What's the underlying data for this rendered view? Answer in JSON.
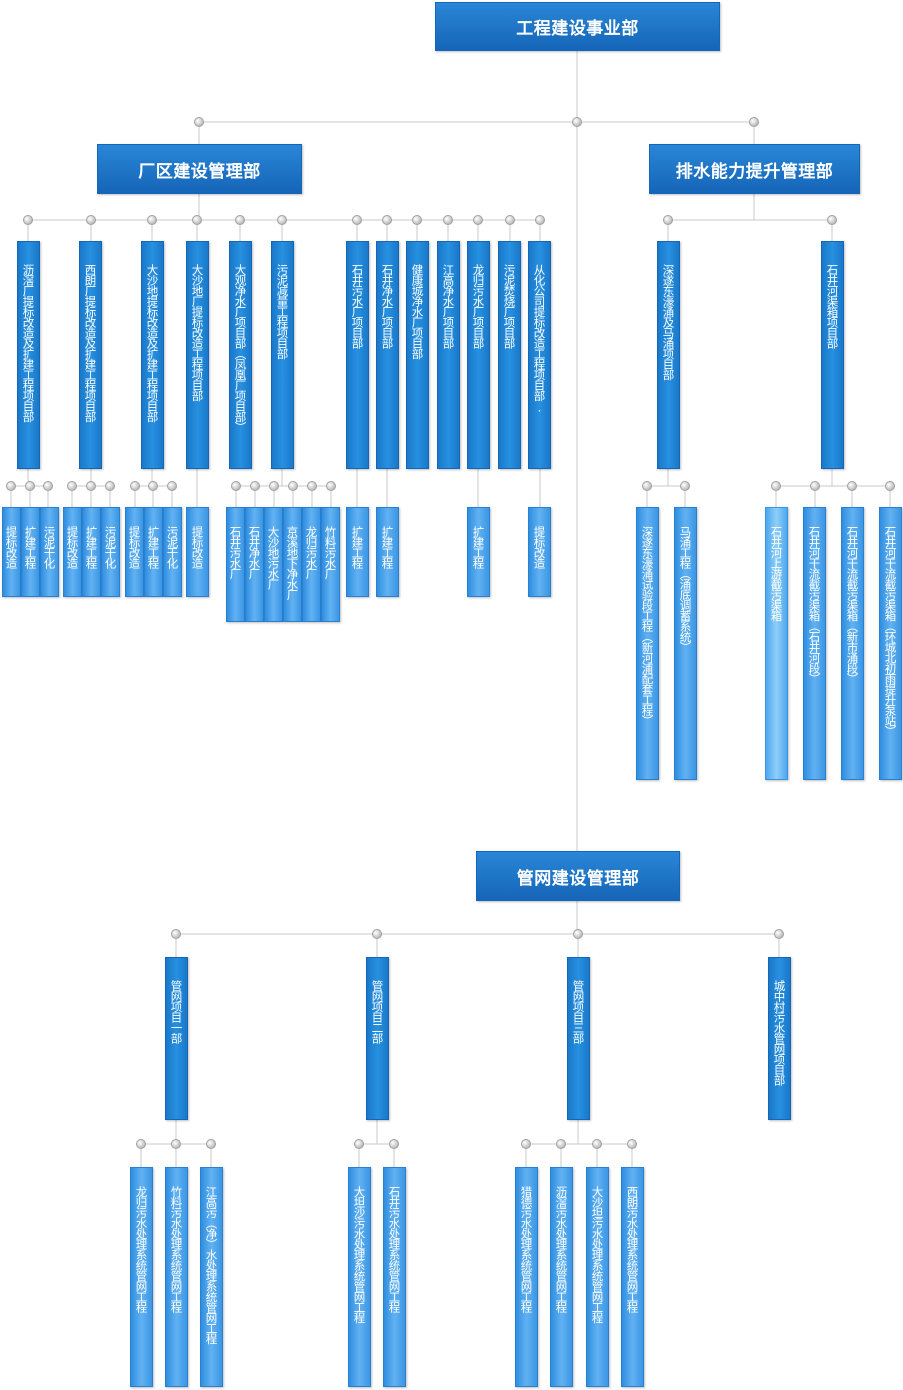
{
  "root": "工程建设事业部",
  "plant_dept": {
    "title": "厂区建设管理部",
    "projects": [
      {
        "name": "沥滘厂提标改造及扩建工程项目部",
        "children": [
          "提标改造",
          "扩建工程",
          "污泥干化"
        ]
      },
      {
        "name": "西朗厂提标改造及扩建工程项目部",
        "children": [
          "提标改造",
          "扩建工程",
          "污泥干化"
        ]
      },
      {
        "name": "大沙地提标改造及扩建工程项目部",
        "children": [
          "提标改造",
          "扩建工程",
          "污泥干化"
        ]
      },
      {
        "name": "大沙地厂提标改造工程项目部",
        "children": [
          "提标改造"
        ]
      },
      {
        "name": "大观净水厂项目部（凤凰厂项目部）",
        "children": []
      },
      {
        "name": "污泥减量工程项目部",
        "children": [
          "石井污水厂",
          "石井净水厂",
          "大沙地污水厂",
          "京溪地下净水厂",
          "龙归污水厂",
          "竹料污水厂"
        ]
      },
      {
        "name": "石井污水厂项目部",
        "children": [
          "扩建工程"
        ]
      },
      {
        "name": "石井净水厂项目部",
        "children": [
          "扩建工程"
        ]
      },
      {
        "name": "健康城净水厂项目部",
        "children": []
      },
      {
        "name": "江高净水厂项目部",
        "children": []
      },
      {
        "name": "龙归污水厂项目部",
        "children": [
          "扩建工程"
        ]
      },
      {
        "name": "污泥焚烧厂项目部",
        "children": []
      },
      {
        "name": "从化公司提标改造工程项目部.",
        "children": [
          "提标改造"
        ]
      }
    ]
  },
  "drain_dept": {
    "title": "排水能力提升管理部",
    "projects": [
      {
        "name": "深遂东濠涌及马涌项目部",
        "children": [
          "深遂东濠涌试验段工程（新河浦配套工程）",
          "马涌工程（涌底调蓄系统）"
        ]
      },
      {
        "name": "石井河渠箱项目部",
        "children": [
          "石井河上游截污渠箱",
          "石井河干流截污渠箱（石井河段）",
          "石井河干流截污渠箱（新市涌段）",
          "石井河干流截污渠箱（环城北初雨提升泵站）"
        ]
      }
    ]
  },
  "pipe_dept": {
    "title": "管网建设管理部",
    "projects": [
      {
        "name": "管网项目一部",
        "children": [
          "龙归污水处理系统管网工程",
          "竹料污水处理系统管网工程",
          "江高污（净）水处理系统管网工程"
        ]
      },
      {
        "name": "管网项目二部",
        "children": [
          "大坦沙污水处理系统管网工程",
          "石井污水处理系统管网工程"
        ]
      },
      {
        "name": "管网项目三部",
        "children": [
          "猎德污水处理系统管网工程",
          "沥滘污水处理系统管网工程",
          "大沙坦污水处理系统管网工程",
          "西朗污水处理系统管网工程"
        ]
      },
      {
        "name": "城中村污水管网项目部",
        "children": []
      }
    ]
  },
  "colors": {
    "box_dark": "#1565b8",
    "box_mid": "#2a86d6",
    "leaf_light": "#8fcff8",
    "line": "#c8c8c8"
  }
}
